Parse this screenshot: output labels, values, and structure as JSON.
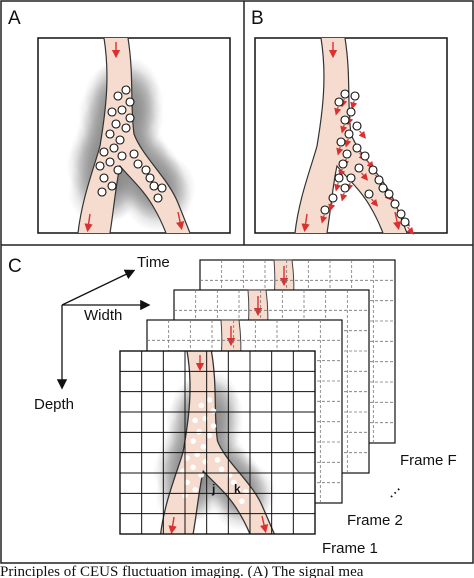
{
  "panels": {
    "a": {
      "letter": "A"
    },
    "b": {
      "letter": "B"
    },
    "c": {
      "letter": "C",
      "axes": {
        "time": "Time",
        "width": "Width",
        "depth": "Depth"
      },
      "frames": [
        "Frame 1",
        "Frame 2",
        "Frame F"
      ],
      "ellipsis": "⋯",
      "pixel_labels": [
        "j",
        "k"
      ]
    }
  },
  "caption": "Principles of CEUS fluctuation imaging. (A) The signal mea",
  "colors": {
    "vessel_fill": "#f6dccf",
    "vessel_edge": "#333333",
    "flow_arrow": "#d93030",
    "psf_blur": "#7f7f7f",
    "grid_line": "#111111"
  }
}
